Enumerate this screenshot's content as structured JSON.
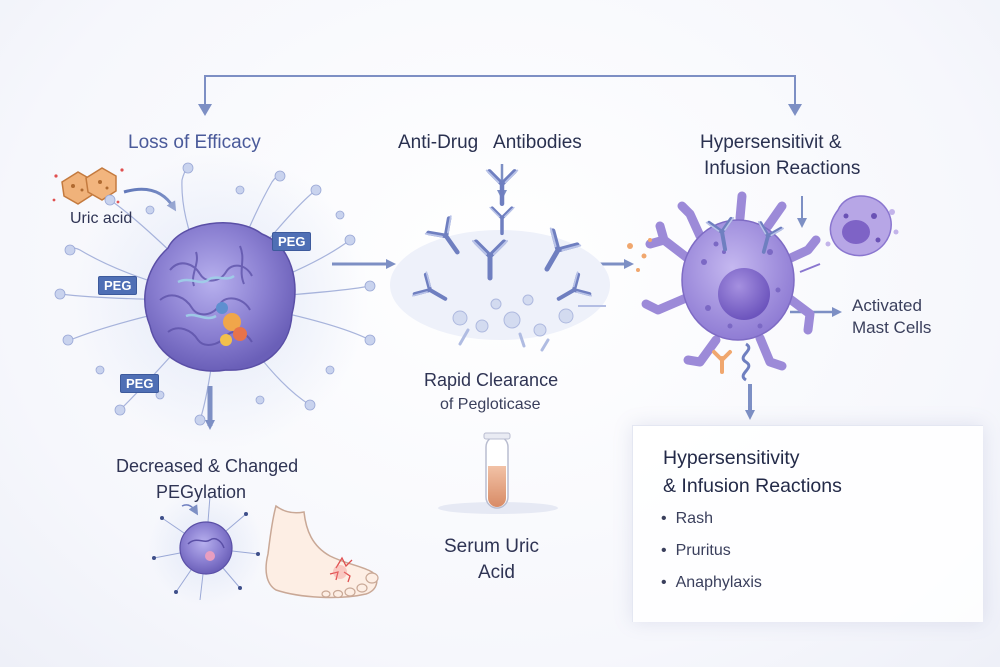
{
  "labels": {
    "loss_of_efficacy": "Loss of Efficacy",
    "uric_acid": "Uric acid",
    "anti_drug_antibodies": "Anti-Drug   Antibodies",
    "hypersens_top_line1": "Hypersensitivit &",
    "hypersens_top_line2": "Infusion Reactions",
    "activated_line1": "Activated",
    "activated_line2": "Mast Cells",
    "rapid_line1": "Rapid Clearance",
    "rapid_line2": "of Pegloticase",
    "decreased_line1": "Decreased & Changed",
    "decreased_line2": "PEGylation",
    "serum_line1": "Serum Uric",
    "serum_line2": "Acid"
  },
  "peg_tags": [
    "PEG",
    "PEG",
    "PEG"
  ],
  "panel": {
    "title_line1": "Hypersensitivity",
    "title_line2": "& Infusion Reactions",
    "items": [
      "Rash",
      "Pruritus",
      "Anaphylaxis"
    ]
  },
  "colors": {
    "arrow": "#7d8fc4",
    "protein": "#8a7fd1",
    "peg_tag": "#4f6fb5",
    "mast_cell": "#9c8ad8",
    "antibody": "#6f7fc0",
    "serum": "#e8a98a"
  },
  "icons": [
    "uric-acid-crystal-icon",
    "antibody-icon",
    "test-tube-icon",
    "foot-icon",
    "mast-cell-icon",
    "basophil-icon"
  ]
}
